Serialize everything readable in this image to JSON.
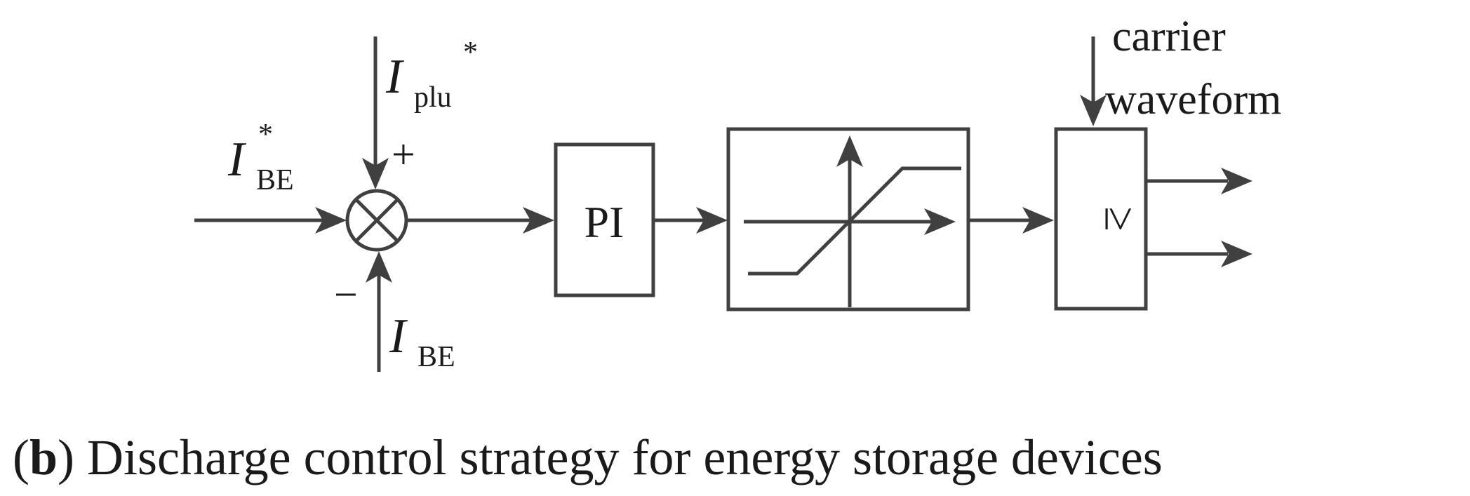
{
  "diagram": {
    "signals": {
      "ibe_ref": {
        "main": "I",
        "sub": "BE",
        "sup": "*"
      },
      "iplu_ref": {
        "main": "I",
        "sub": "plu",
        "sup": "*"
      },
      "ibe_fb": {
        "main": "I",
        "sub": "BE"
      }
    },
    "signs": {
      "plus": "+",
      "minus": "−"
    },
    "blocks": {
      "pi": "PI",
      "comparator": "≥"
    },
    "carrier": {
      "line1": "carrier",
      "line2": "waveform"
    },
    "caption": {
      "label": "b",
      "text": " Discharge control strategy for energy storage devices"
    },
    "colors": {
      "stroke": "#404040",
      "text": "#1a1a1a"
    }
  }
}
